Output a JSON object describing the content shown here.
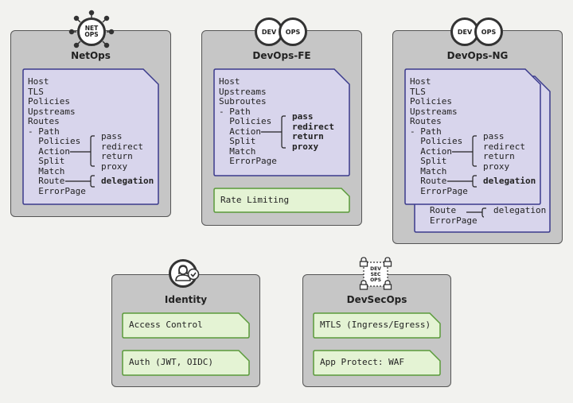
{
  "netops": {
    "title": "NetOps",
    "badge": "NET OPS",
    "lines": [
      "Host",
      "TLS",
      "Policies",
      "Upstreams",
      "Routes",
      "- Path",
      "  Policies",
      "  Action",
      "  Split",
      "  Match",
      "  Route",
      "  ErrorPage"
    ],
    "actions": [
      "pass",
      "redirect",
      "return",
      "proxy"
    ],
    "route_action": "delegation"
  },
  "devops_fe": {
    "title": "DevOps-FE",
    "badge_left": "DEV",
    "badge_right": "OPS",
    "lines": [
      "Host",
      "Upstreams",
      "Subroutes",
      "- Path",
      "  Policies",
      "  Action",
      "  Split",
      "  Match",
      "  ErrorPage"
    ],
    "actions": [
      "pass",
      "redirect",
      "return",
      "proxy"
    ],
    "extra": "Rate Limiting"
  },
  "devops_ng": {
    "title": "DevOps-NG",
    "badge_left": "DEV",
    "badge_right": "OPS",
    "lines": [
      "Host",
      "TLS",
      "Policies",
      "Upstreams",
      "Routes",
      "- Path",
      "  Policies",
      "  Action",
      "  Split",
      "  Match",
      "  Route",
      "  ErrorPage"
    ],
    "actions": [
      "pass",
      "redirect",
      "return",
      "proxy"
    ],
    "route_action": "delegation",
    "back_lines": [
      "Route",
      "ErrorPage"
    ],
    "back_route_action": "delegation"
  },
  "identity": {
    "title": "Identity",
    "items": [
      "Access Control",
      "Auth (JWT, OIDC)"
    ]
  },
  "devsecops": {
    "title": "DevSecOps",
    "badge": "DEV SEC OPS",
    "items": [
      "MTLS (Ingress/Egress)",
      "App Protect: WAF"
    ]
  },
  "colors": {
    "panel": "#c6c6c6",
    "doc_fill": "#d8d5ec",
    "doc_stroke": "#3a3a8c",
    "green_fill": "#e4f3d4",
    "green_stroke": "#5a9a3a"
  }
}
